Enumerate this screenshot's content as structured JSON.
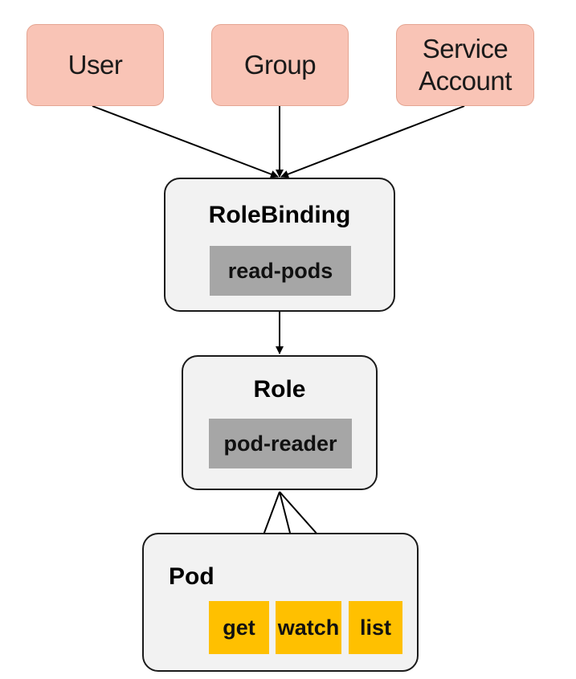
{
  "subjects": {
    "user": "User",
    "group": "Group",
    "service_account_line1": "Service",
    "service_account_line2": "Account"
  },
  "rolebinding": {
    "title": "RoleBinding",
    "name": "read-pods"
  },
  "role": {
    "title": "Role",
    "name": "pod-reader"
  },
  "pod": {
    "title": "Pod",
    "verbs": [
      "get",
      "watch",
      "list"
    ]
  },
  "colors": {
    "subject_fill": "#f9c4b6",
    "container_fill": "#f2f2f2",
    "chip_fill": "#a6a6a6",
    "verb_fill": "#ffc000"
  }
}
